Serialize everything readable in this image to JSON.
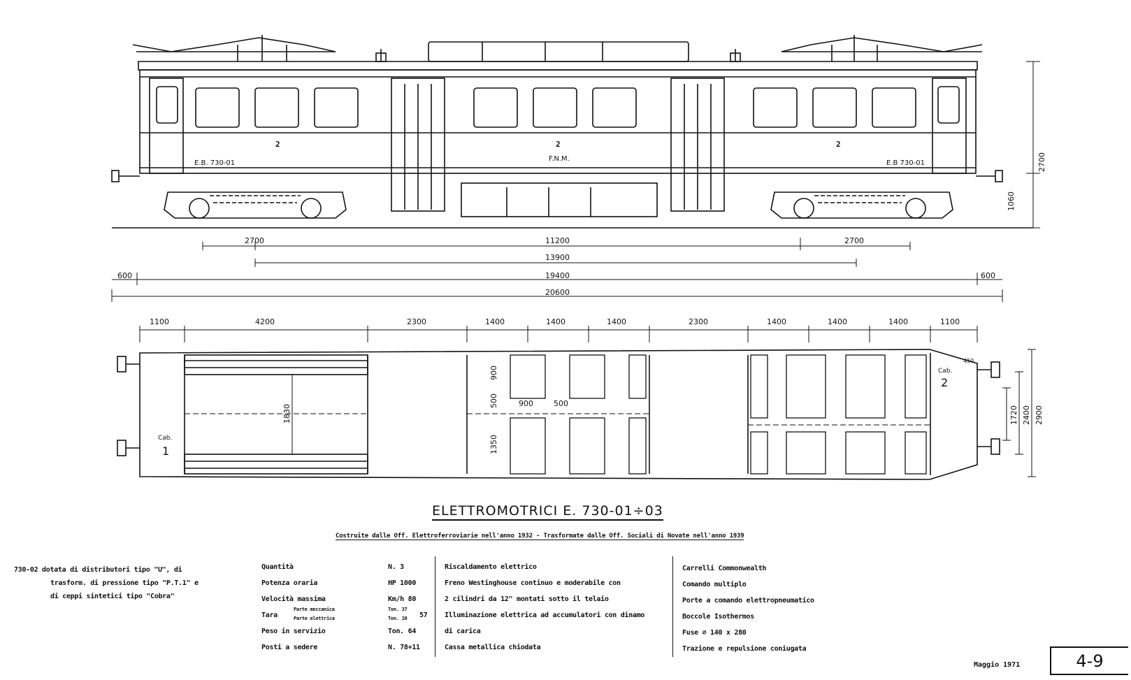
{
  "title": "ELETTROMOTRICI  E. 730-01÷03",
  "subtitle": "Costruite dalle Off. Elettroferroviarie nell'anno 1932 - Trasformate dalle Off. Sociali di Novate nell'anno 1939",
  "side_view": {
    "car_numbers": [
      "2",
      "2",
      "2"
    ],
    "operator_mark": "F.N.M.",
    "car_id_left": "E.B. 730-01",
    "car_id_right": "E.B 730-01",
    "dim_bogie_left": "2700",
    "dim_bogie_centers": "11200",
    "dim_bogie_right": "2700",
    "dim_wheelbase_total": "13900",
    "dim_overhang_left": "600",
    "dim_body_length": "19400",
    "dim_overhang_right": "600",
    "dim_total_length": "20600",
    "dim_height_body": "2700",
    "dim_height_floor": "1060"
  },
  "plan_view": {
    "top_dims": [
      "1100",
      "4200",
      "2300",
      "1400",
      "1400",
      "1400",
      "2300",
      "1400",
      "1400",
      "1400",
      "1100"
    ],
    "cab_left_label": "Cab.",
    "cab_left_number": "1",
    "cab_right_label": "Cab.",
    "cab_right_number": "2",
    "dim_inner_width": "1830",
    "dim_seat_900": "900",
    "dim_seat_500": "500",
    "dim_aisle_900": "900",
    "dim_aisle_500": "500",
    "dim_seat_1350": "1350",
    "dim_right_small": "450",
    "dim_width_1720": "1720",
    "dim_width_2400": "2400",
    "dim_width_2900": "2900"
  },
  "note": [
    "730-02 dotata di distributori tipo \"U\", di",
    "trasform. di pressione tipo \"P.T.1\" e",
    "di ceppi sintetici tipo \"Cobra\""
  ],
  "specs": {
    "labels": [
      "Quantità",
      "Potenza oraria",
      "Velocità massima",
      "Tara",
      "Peso in servizio",
      "Posti a sedere"
    ],
    "tara_sub": [
      "Parte meccanica",
      "Parte elettrica"
    ],
    "values": [
      "N. 3",
      "HP 1000",
      "Km/h 80",
      "57",
      "Ton. 64",
      "N. 78+11"
    ],
    "tara_values": [
      "Ton. 37",
      "Ton. 20"
    ],
    "features_mid": [
      "Riscaldamento elettrico",
      "Freno Westinghouse continuo e moderabile con",
      "2 cilindri da 12\" montati sotto il telaio",
      "Illuminazione elettrica ad accumulatori con dinamo",
      "di carica",
      "Cassa metallica chiodata"
    ],
    "features_right": [
      "Carrelli Commonwealth",
      "Comando multiplo",
      "Porte a comando elettropneumatico",
      "Boccole Isothermos",
      "Fuse ∅ 140 x 280",
      "Trazione e repulsione coniugata"
    ]
  },
  "date": "Maggio 1971",
  "sheet_number": "4-9"
}
